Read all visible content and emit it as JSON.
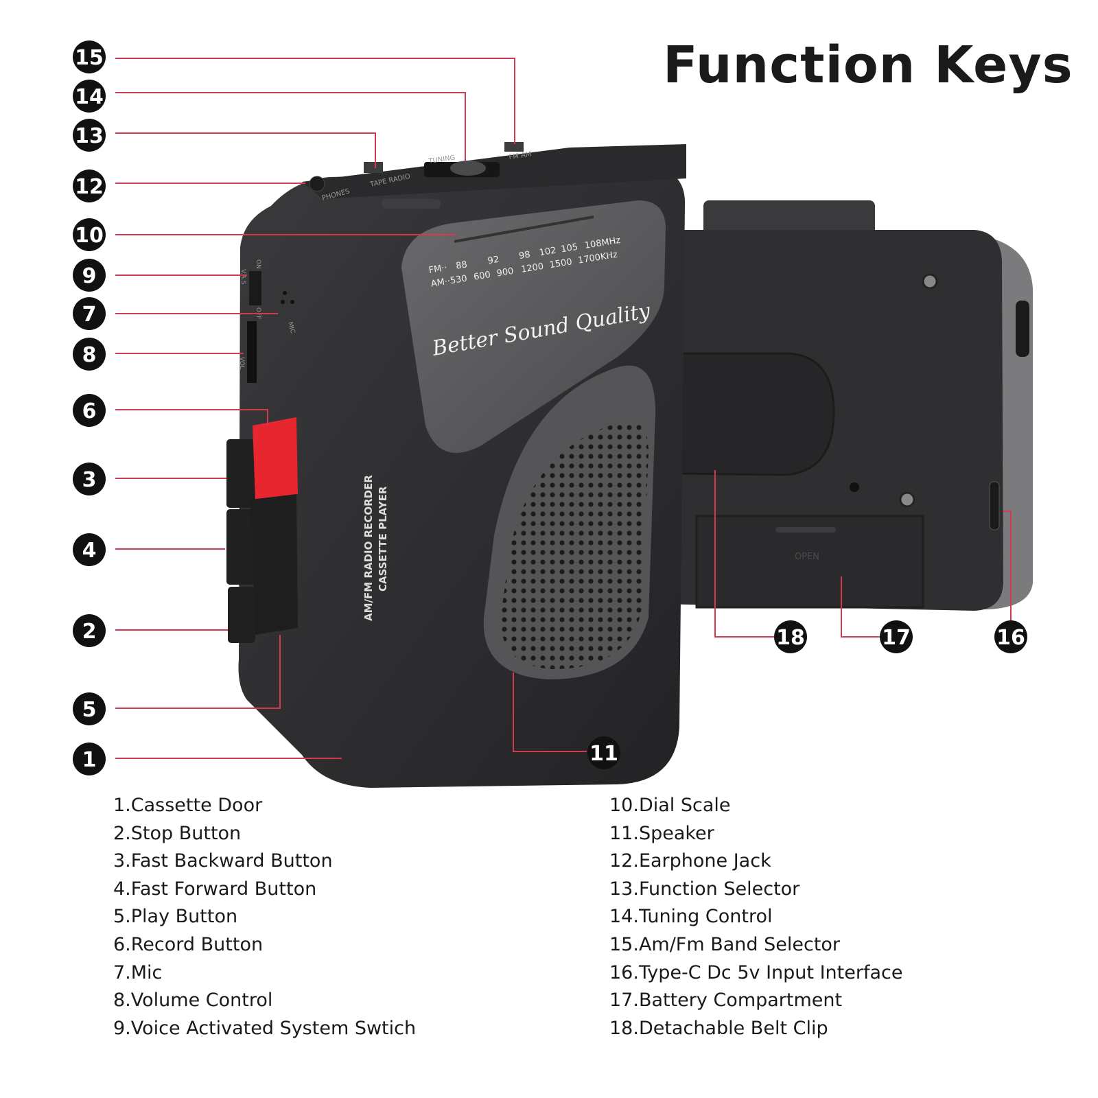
{
  "title": "Function Keys",
  "colors": {
    "callout_line": "#d43a4f",
    "device_body": "#2c2c2e",
    "record_button": "#e8262f"
  },
  "device_text": {
    "fm_scale": [
      "FM··",
      "88",
      "92",
      "98",
      "102",
      "105",
      "108MHz"
    ],
    "am_scale": [
      "AM··530",
      "600",
      "900",
      "1200",
      "1500",
      "1700KHz"
    ],
    "slogan": "Better Sound Quality",
    "side_line1": "AM/FM RADIO RECORDER",
    "side_line2": "CASSETTE PLAYER",
    "phones": "PHONES",
    "tape_radio": "TAPE RADIO",
    "tuning": "TUNING",
    "fm_am": "FM AM",
    "vas": "V.A.S",
    "on": "ON",
    "off": "OFF",
    "mic": "MIC",
    "vol": "VOL",
    "open": "OPEN"
  },
  "callouts": [
    "15",
    "14",
    "13",
    "12",
    "10",
    "9",
    "7",
    "8",
    "6",
    "3",
    "4",
    "2",
    "5",
    "1",
    "11",
    "18",
    "17",
    "16"
  ],
  "legend_left": [
    "1.Cassette Door",
    "2.Stop Button",
    "3.Fast Backward Button",
    "4.Fast Forward Button",
    "5.Play Button",
    "6.Record Button",
    "7.Mic",
    "8.Volume Control",
    "9.Voice Activated System Swtich"
  ],
  "legend_right": [
    "10.Dial Scale",
    "11.Speaker",
    "12.Earphone Jack",
    "13.Function Selector",
    "14.Tuning Control",
    "15.Am/Fm Band Selector",
    "16.Type-C Dc 5v Input Interface",
    "17.Battery Compartment",
    "18.Detachable Belt Clip"
  ]
}
